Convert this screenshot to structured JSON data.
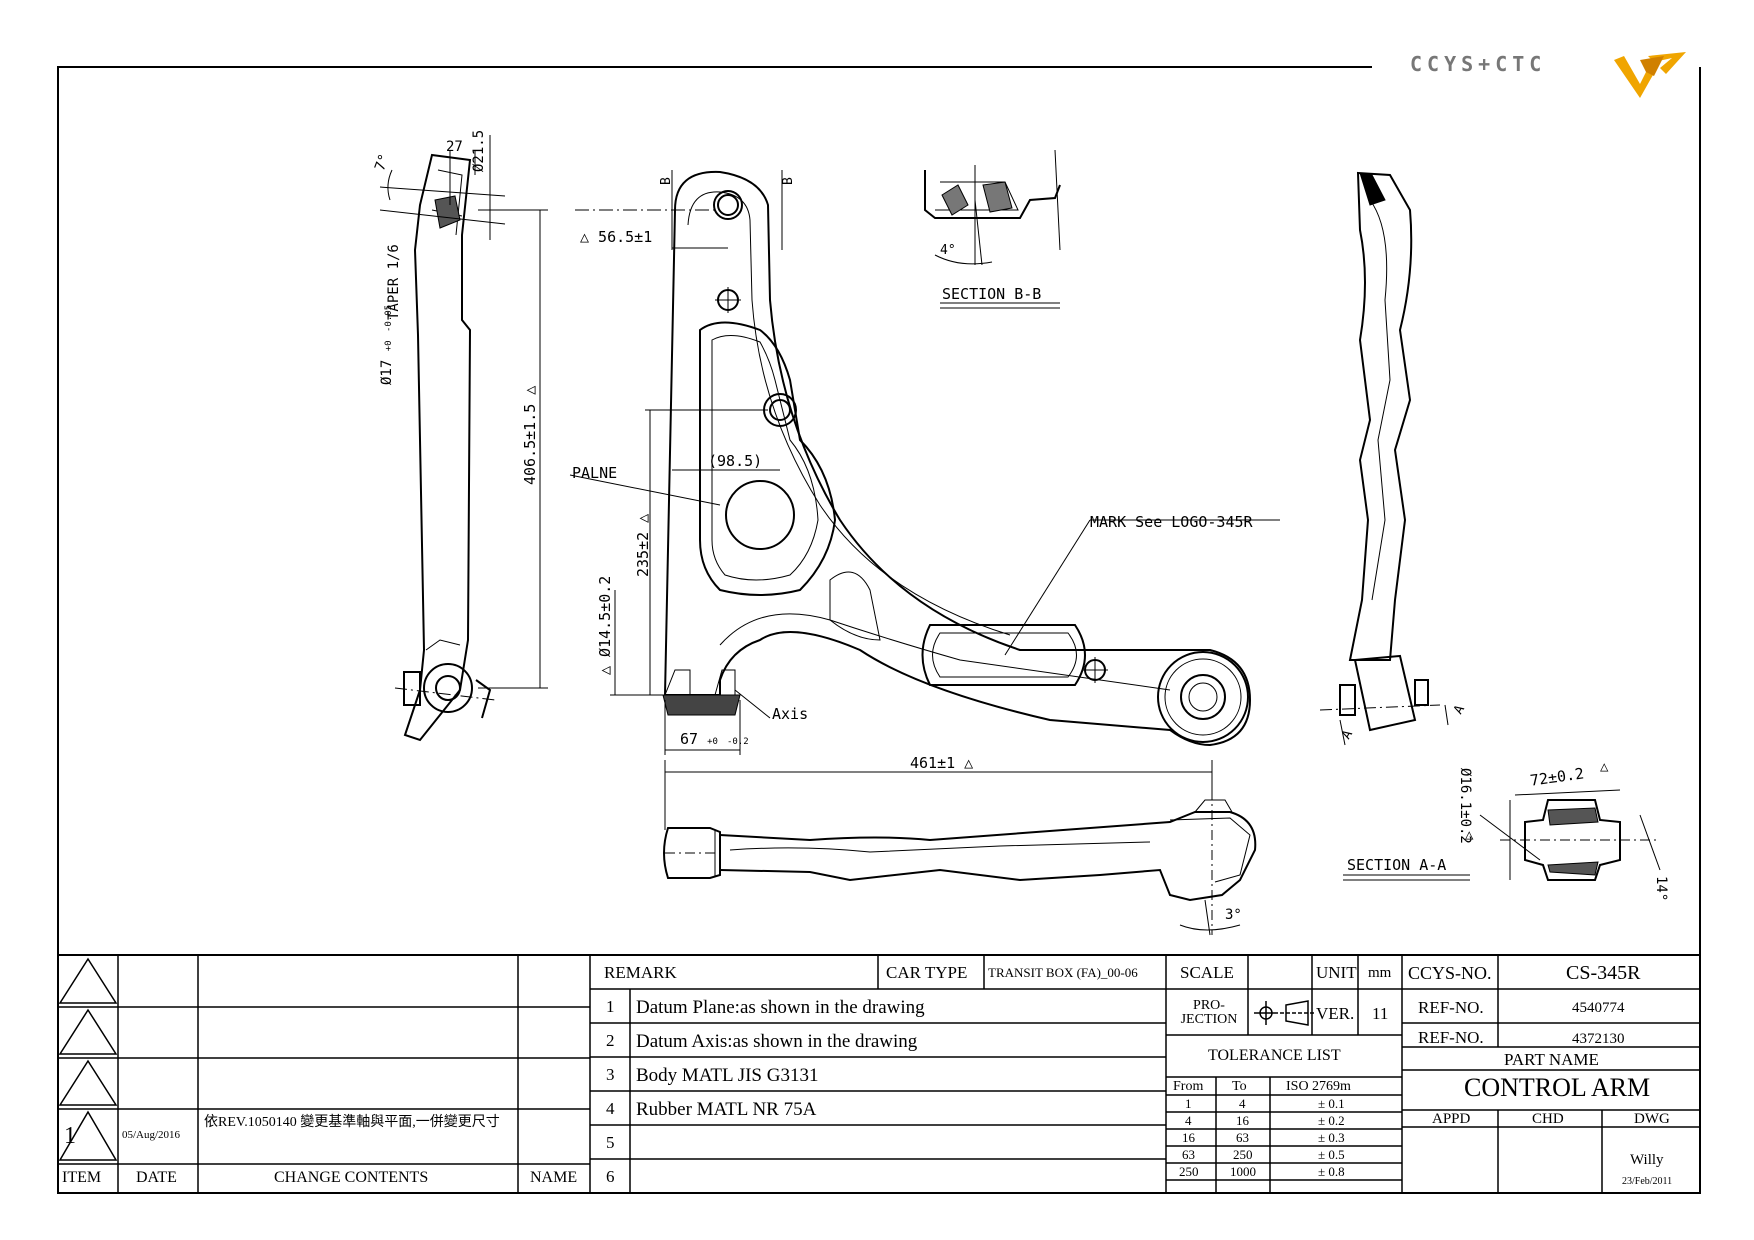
{
  "logo": {
    "text": "CCYS+CTC"
  },
  "dims": {
    "d27": "27",
    "d215": "Ø21.5",
    "d7": "7°",
    "taper": "TAPER 1/6",
    "d17": "Ø17",
    "d17tol_up": "+0",
    "d17tol_dn": "-0.05",
    "d4065": "406.5±1.5 △",
    "d565": "△ 56.5±1",
    "b1": "B",
    "b2": "B",
    "sectionbb": "SECTION B-B",
    "d4deg": "4°",
    "palne": "PALNE",
    "d985": "(98.5)",
    "d235": "235±2 △",
    "d145": "△ Ø14.5±0.2",
    "mark": "MARK See LOGO-345R",
    "axis": "Axis",
    "d67": "67",
    "d67tol_up": "+0",
    "d67tol_dn": "-0.2",
    "d461": "461±1 △",
    "d3": "3°",
    "a1": "A",
    "a2": "A",
    "d161": "Ø16.1±0.2",
    "d161tri": "△",
    "d72": "72±0.2",
    "d72tri": "△",
    "d14": "14°",
    "sectionaa": "SECTION A-A"
  },
  "title_block": {
    "revisions": [
      {
        "item": "",
        "date": "",
        "change": "",
        "name": ""
      },
      {
        "item": "",
        "date": "",
        "change": "",
        "name": ""
      },
      {
        "item": "",
        "date": "",
        "change": "",
        "name": ""
      },
      {
        "item": "1",
        "date": "05/Aug/2016",
        "change": "依REV.1050140 變更基準軸與平面,一併變更尺寸",
        "name": ""
      }
    ],
    "headers": {
      "item": "ITEM",
      "date": "DATE",
      "change": "CHANGE CONTENTS",
      "name": "NAME"
    },
    "remark_label": "REMARK",
    "car_type_label": "CAR TYPE",
    "car_type": "TRANSIT BOX (FA)_00-06",
    "remarks": [
      {
        "n": "1",
        "text": "Datum Plane:as shown in the drawing"
      },
      {
        "n": "2",
        "text": "Datum Axis:as shown in the drawing"
      },
      {
        "n": "3",
        "text": "Body MATL JIS G3131"
      },
      {
        "n": "4",
        "text": "Rubber MATL NR 75A"
      },
      {
        "n": "5",
        "text": ""
      },
      {
        "n": "6",
        "text": ""
      }
    ],
    "scale_label": "SCALE",
    "scale_value": "",
    "unit_label": "UNIT",
    "unit_value": "mm",
    "projection_label": "PRO-JECTION",
    "ver_label": "VER.",
    "ver_value": "11",
    "tolerance_title": "TOLERANCE LIST",
    "tol_headers": {
      "from": "From",
      "to": "To",
      "iso": "ISO 2769m"
    },
    "tolerances": [
      {
        "from": "1",
        "to": "4",
        "tol": "± 0.1"
      },
      {
        "from": "4",
        "to": "16",
        "tol": "± 0.2"
      },
      {
        "from": "16",
        "to": "63",
        "tol": "± 0.3"
      },
      {
        "from": "63",
        "to": "250",
        "tol": "± 0.5"
      },
      {
        "from": "250",
        "to": "1000",
        "tol": "± 0.8"
      }
    ],
    "ccys_label": "CCYS-NO.",
    "ccys_value": "CS-345R",
    "ref1_label": "REF-NO.",
    "ref1_value": "4540774",
    "ref2_label": "REF-NO.",
    "ref2_value": "4372130",
    "part_name_label": "PART NAME",
    "part_name": "CONTROL ARM",
    "appd": "APPD",
    "chd": "CHD",
    "dwg": "DWG",
    "drawer": "Willy",
    "drawn_date": "23/Feb/2011"
  }
}
